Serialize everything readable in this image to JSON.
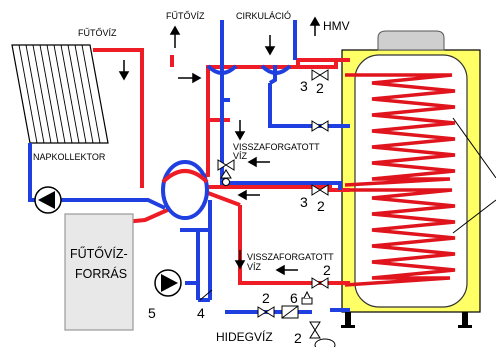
{
  "labels": {
    "futoviz_left": "FŰTŐVÍZ",
    "futoviz_top": "FŰTŐVÍZ",
    "cirkulacio": "CIRKULÁCIÓ",
    "hmv": "HMV",
    "napkollektor": "NAPKOLLEKTOR",
    "visszaforgatott_upper_1": "VISSZAFORGATOTT",
    "visszaforgatott_upper_2": "VÍZ",
    "visszaforgatott_lower_1": "VISSZAFORGATOTT",
    "visszaforgatott_lower_2": "VÍZ",
    "futoviz_forras_1": "FŰTŐVÍZ-",
    "futoviz_forras_2": "FORRÁS",
    "hidegviz": "HIDEGVÍZ"
  },
  "numbers": {
    "n3_top": "3",
    "n2_top": "2",
    "n3_mid": "3",
    "n2_mid": "2",
    "n2_lower": "2",
    "n5": "5",
    "n4": "4",
    "n2_cold": "2",
    "n6": "6",
    "n2_bottom": "2"
  },
  "colors": {
    "hot_pipe": "#ee1c24",
    "cold_pipe": "#1f3fe0",
    "tank_jacket": "#ffff66",
    "source_box": "#e8e8e8"
  }
}
